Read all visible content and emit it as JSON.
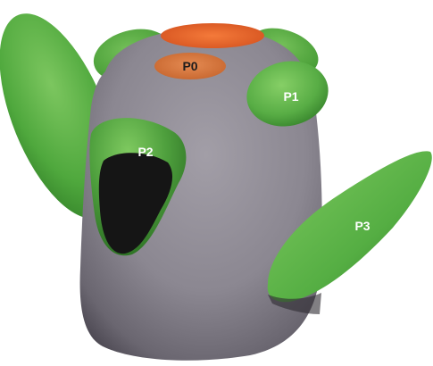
{
  "diagram": {
    "regions": [
      {
        "id": "P0",
        "label": "P0",
        "color": "#d8783f",
        "label_color": "#1e1c1c"
      },
      {
        "id": "P1",
        "label": "P1",
        "color": "#5bb147",
        "label_color": "#ffffff"
      },
      {
        "id": "P2",
        "label": "P2",
        "color": "#58ad45",
        "label_color": "#ffffff"
      },
      {
        "id": "P3",
        "label": "P3",
        "color": "#55ae43",
        "label_color": "#ffffff"
      }
    ],
    "colors": {
      "body": "#8b8791",
      "body_shadow": "#4a4650",
      "orange_top": "#ee6a2e",
      "green_leaf": "#4fa83d",
      "dark_hole": "#151515",
      "background": "#ffffff"
    }
  }
}
